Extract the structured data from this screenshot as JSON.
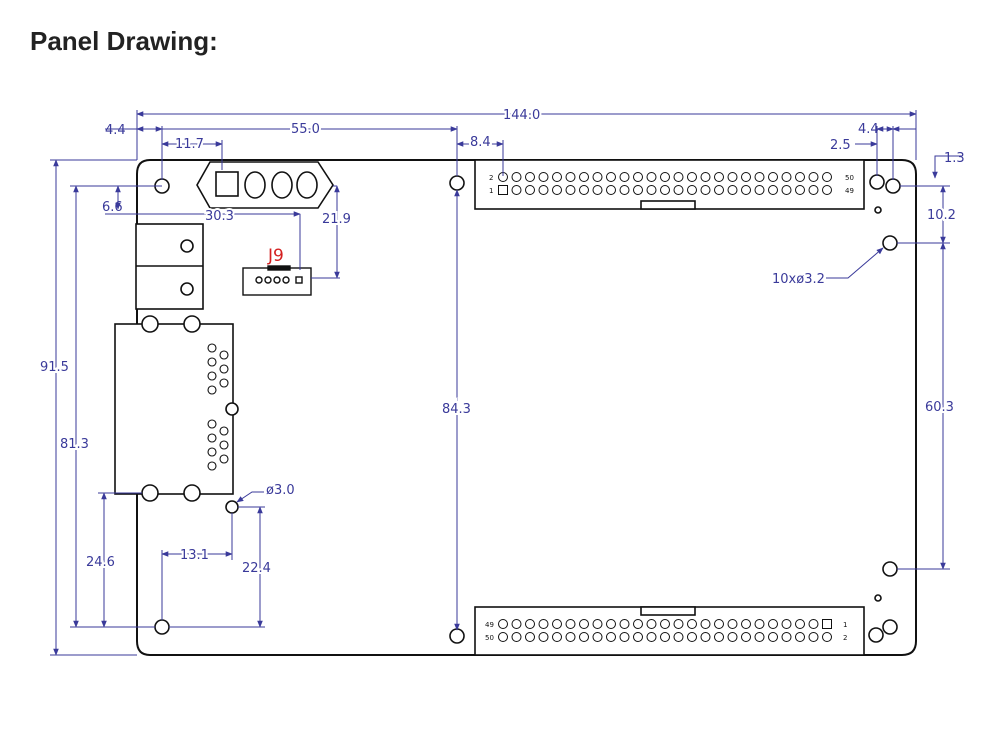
{
  "page_title": "Panel Drawing:",
  "colors": {
    "outline": "#111111",
    "dimension": "#3a3a9a",
    "label_red": "#d42020",
    "title": "#222222"
  },
  "connector_label": "J9",
  "hole_note": "10xø3.2",
  "small_hole_note": "ø3.0",
  "header_pins": {
    "top_left": [
      "2",
      "1"
    ],
    "top_right": [
      "50",
      "49"
    ],
    "bottom_left": [
      "49",
      "50"
    ],
    "bottom_right": [
      "1",
      "2"
    ]
  },
  "dimensions": {
    "overall_width": "144.0",
    "left_margin": "4.4",
    "d11_7": "11.7",
    "d55_0": "55.0",
    "d8_4": "8.4",
    "d2_5": "2.5",
    "right_margin": "4.4",
    "d1_3": "1.3",
    "d6_6": "6.6",
    "d30_3": "30.3",
    "d21_9": "21.9",
    "d10_2": "10.2",
    "overall_height": "91.5",
    "d81_3": "81.3",
    "d84_3": "84.3",
    "d60_3": "60.3",
    "d24_6": "24.6",
    "d13_1": "13.1",
    "d22_4": "22.4"
  }
}
